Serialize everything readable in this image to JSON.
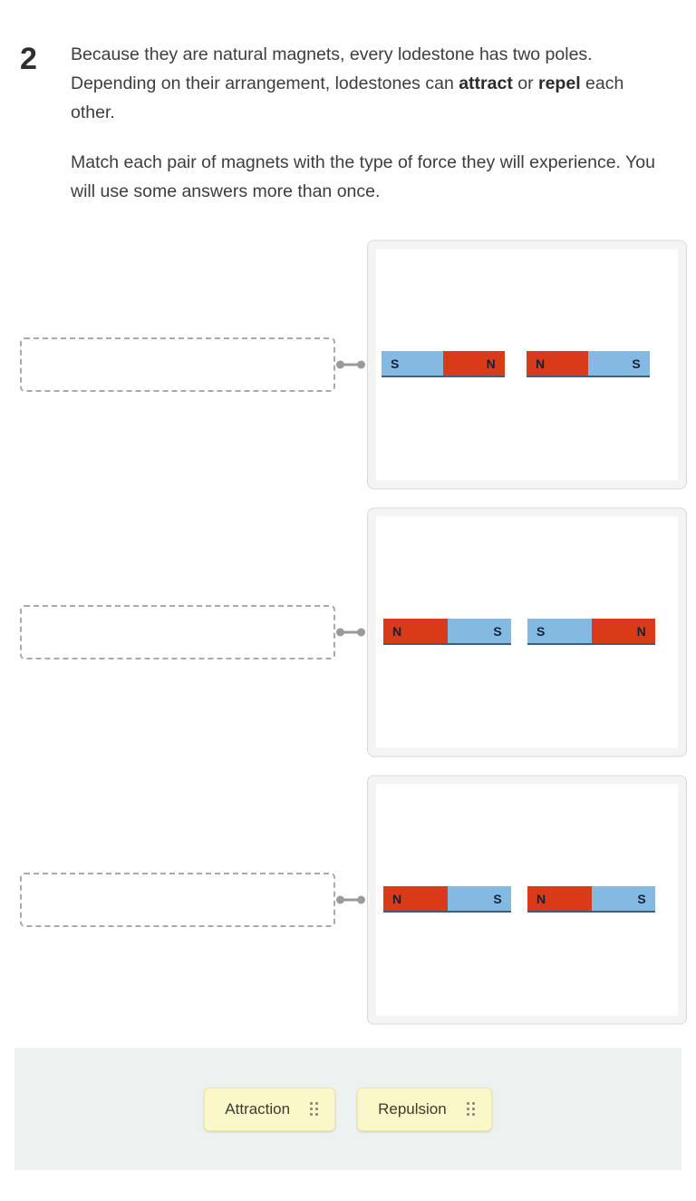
{
  "question": {
    "number": "2",
    "paragraph_parts": [
      {
        "text": "Because they are natural magnets, every lodestone has two poles. Depending on their arrangement, lodestones can ",
        "bold": false
      },
      {
        "text": "attract",
        "bold": true
      },
      {
        "text": " or ",
        "bold": false
      },
      {
        "text": "repel",
        "bold": true
      },
      {
        "text": " each other.",
        "bold": false
      }
    ],
    "instruction": "Match each pair of magnets with the type of force they will experience. You will use some answers more than once."
  },
  "colors": {
    "north_pole": "#d93b18",
    "south_pole": "#84bae2",
    "tile_background": "#faf7c8",
    "tray_background": "#edf2f1",
    "dropzone_border": "#aaaaaa",
    "connector": "#9a9a9a"
  },
  "rows": [
    {
      "id": "row-1",
      "dropzone_value": "",
      "magnets": [
        {
          "left_pole": "S",
          "left_color": "south",
          "right_pole": "N",
          "right_color": "north"
        },
        {
          "left_pole": "N",
          "left_color": "north",
          "right_pole": "S",
          "right_color": "south"
        }
      ]
    },
    {
      "id": "row-2",
      "dropzone_value": "",
      "magnets": [
        {
          "left_pole": "N",
          "left_color": "north",
          "right_pole": "S",
          "right_color": "south"
        },
        {
          "left_pole": "S",
          "left_color": "south",
          "right_pole": "N",
          "right_color": "north"
        }
      ]
    },
    {
      "id": "row-3",
      "dropzone_value": "",
      "magnets": [
        {
          "left_pole": "N",
          "left_color": "north",
          "right_pole": "S",
          "right_color": "south"
        },
        {
          "left_pole": "N",
          "left_color": "north",
          "right_pole": "S",
          "right_color": "south"
        }
      ]
    }
  ],
  "answer_bank": {
    "tiles": [
      {
        "label": "Attraction",
        "grip_icon": "drag-handle-icon"
      },
      {
        "label": "Repulsion",
        "grip_icon": "drag-handle-icon"
      }
    ]
  }
}
